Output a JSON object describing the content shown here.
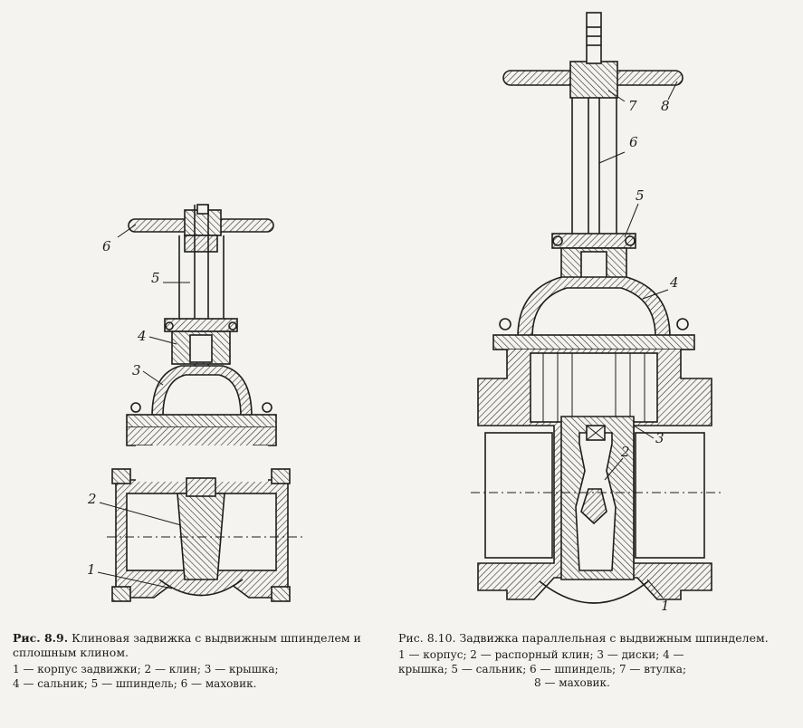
{
  "figure_left": {
    "number": "Рис. 8.9.",
    "title": "Клиновая задвижка с выдвижным шпинделем и сплошным клином.",
    "legend_line1": "1 — корпус задвижки; 2 — клин; 3 — крышка;",
    "legend_line2": "4 — сальник; 5 — шпиндель; 6 — маховик.",
    "callouts": [
      "6",
      "5",
      "4",
      "3",
      "2",
      "1"
    ]
  },
  "figure_right": {
    "number": "Рис. 8.10.",
    "title": "Задвижка параллельная с выдвижным шпинделем.",
    "legend_line1": "1 — корпус; 2 — распорный клин; 3 — диски; 4 —",
    "legend_line2": "крышка; 5 — сальник; 6 — шпиндель; 7 — втулка;",
    "legend_line3": "8 — маховик.",
    "callouts": [
      "7",
      "8",
      "6",
      "5",
      "4",
      "3",
      "2",
      "1"
    ]
  },
  "colors": {
    "ink": "#1d1d1d",
    "paper": "#f4f3ef"
  }
}
